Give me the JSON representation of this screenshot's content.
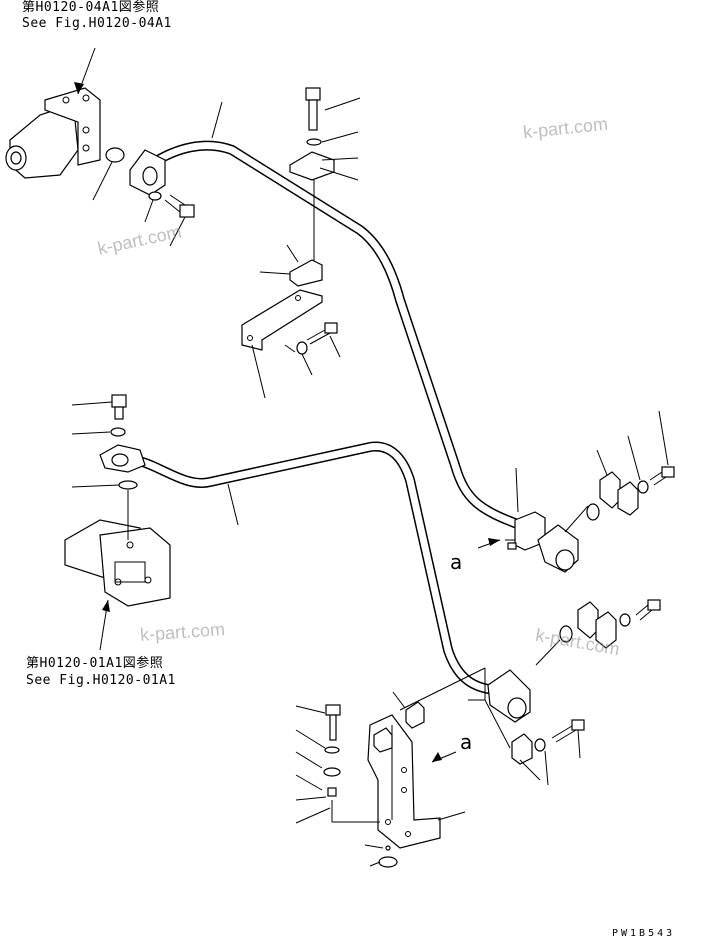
{
  "references": {
    "top_ref_jp": "第H0120-04A1図参照",
    "top_ref_en": "See Fig.H0120-04A1",
    "bottom_ref_jp": "第H0120-01A1図参照",
    "bottom_ref_en": "See Fig.H0120-01A1"
  },
  "view_markers": {
    "upper": "a",
    "lower": "a"
  },
  "watermarks": [
    "k-part.com",
    "k-part.com",
    "k-part.com",
    "k-part.com"
  ],
  "drawing_code": "PW1B543"
}
